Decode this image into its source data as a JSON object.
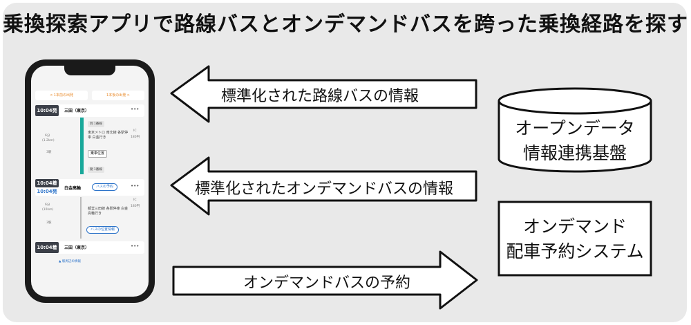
{
  "title": "乗換探索アプリで路線バスとオンデマンドバスを跨った乗換経路を探す",
  "arrows": {
    "route_bus_info": "標準化された路線バスの情報",
    "on_demand_info": "標準化されたオンデマンドバスの情報",
    "reservation": "オンデマンドバスの予約"
  },
  "boxes": {
    "open_data_platform": {
      "line1": "オープンデータ",
      "line2": "情報連携基盤"
    },
    "reservation_system": {
      "line1": "オンデマンド",
      "line2": "配車予約システム"
    }
  },
  "phone": {
    "tab_prev": "< 1本前の出発",
    "tab_next": "1本後の出発 >",
    "stop1": {
      "time": "10:04発",
      "station": "三田（東京）",
      "more": "•••"
    },
    "leg1": {
      "duration": "6分",
      "duration_sub": "(1.2km)",
      "chip_top": "到 1番線",
      "route": "東京メトロ 南北線 各駅停車 白金行き",
      "fare": "180円",
      "fare_label": "IC",
      "stops": "3駅",
      "button": "乗車位置",
      "chip_bottom": "発 1番線"
    },
    "stop2": {
      "time_arr": "10:04着",
      "time_dep": "10:04発",
      "station": "白金高輪",
      "pill": "バスの予約",
      "more": "•••"
    },
    "leg2": {
      "duration": "6分",
      "duration_sub": "(10km)",
      "route": "都営三田線 各駅停車 白金高輪行き",
      "fare": "180円",
      "fare_label": "IC",
      "stops": "3駅",
      "pill": "バスの位置情報"
    },
    "stop3": {
      "time": "10:04着",
      "station": "三田（東京）",
      "more": "•••"
    },
    "link": "▲ 駅周辺の情報"
  },
  "colors": {
    "panel": "#e9e9e9",
    "accent_teal": "#18a89a",
    "link_blue": "#2c73c9",
    "tab_orange": "#e98a2a"
  }
}
